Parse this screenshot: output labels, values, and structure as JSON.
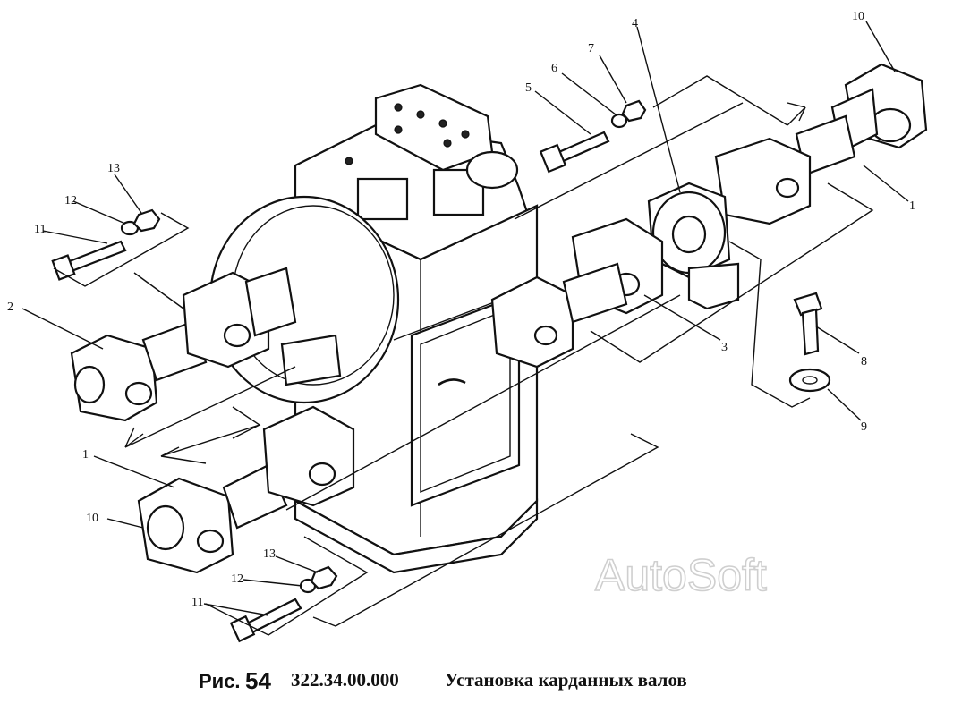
{
  "callouts": {
    "c1_right": "1",
    "c1_left": "1",
    "c2": "2",
    "c3": "3",
    "c4": "4",
    "c5": "5",
    "c6": "6",
    "c7": "7",
    "c8": "8",
    "c9": "9",
    "c10_top": "10",
    "c10_bottom": "10",
    "c11_top": "11",
    "c11_bottom": "11",
    "c12_top": "12",
    "c12_bottom": "12",
    "c13_top": "13",
    "c13_bottom": "13"
  },
  "caption": {
    "fig_prefix": "Рис.",
    "fig_number": "54",
    "code": "322.34.00.000",
    "title": "Установка карданных валов"
  },
  "watermark": "AutoSoft"
}
